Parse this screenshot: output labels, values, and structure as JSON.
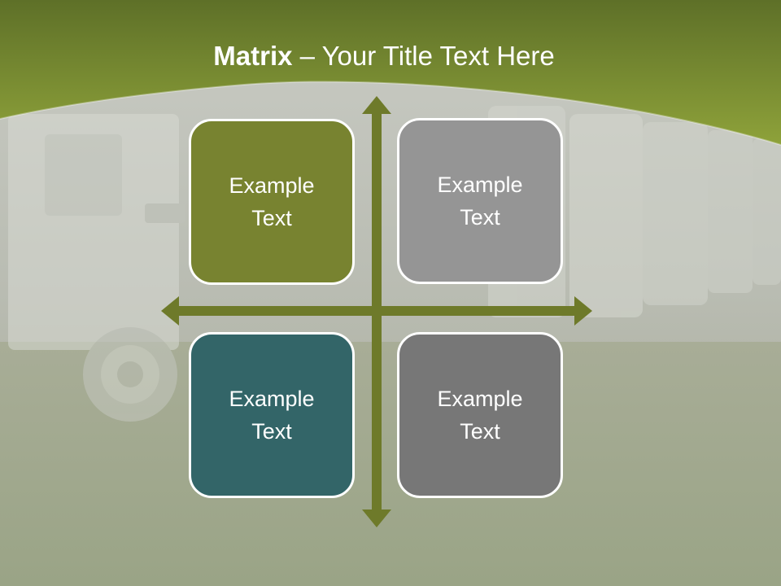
{
  "slide": {
    "title_bold": "Matrix",
    "title_rest": " – Your Title Text Here"
  },
  "matrix": {
    "cells": [
      {
        "position": "top-left",
        "text": "Example Text",
        "color": "#788330"
      },
      {
        "position": "top-right",
        "text": "Example Text",
        "color": "#959595"
      },
      {
        "position": "bottom-left",
        "text": "Example Text",
        "color": "#336568"
      },
      {
        "position": "bottom-right",
        "text": "Example Text",
        "color": "#777777"
      }
    ],
    "axis_color": "#6e7a2a"
  },
  "colors": {
    "header_dark": "#5e7028",
    "header_light": "#8ea23a",
    "background": "#a9ad9c"
  }
}
